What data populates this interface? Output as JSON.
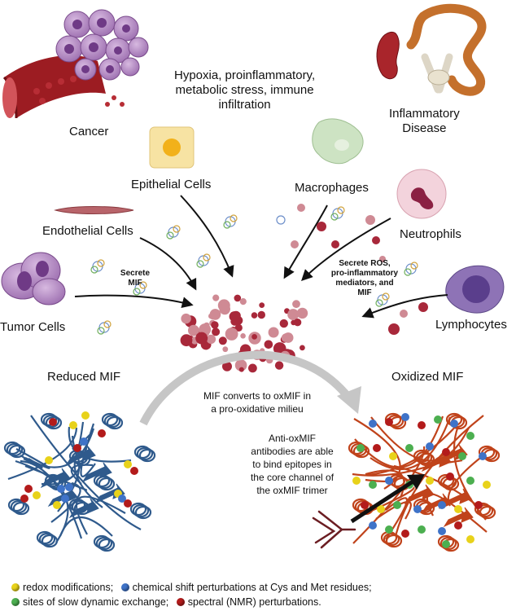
{
  "labels": {
    "cancer": "Cancer",
    "inflammatory": "Inflammatory\nDisease",
    "stress": "Hypoxia, proinflammatory,\nmetabolic stress, immune\ninfiltration",
    "epithelial": "Epithelial Cells",
    "endothelial": "Endothelial Cells",
    "tumor": "Tumor Cells",
    "macrophages": "Macrophages",
    "neutrophils": "Neutrophils",
    "lymphocytes": "Lymphocytes",
    "secrete_mif": "Secrete\nMIF",
    "secrete_ros": "Secrete ROS,\npro-inflammatory\nmediators, and\nMIF",
    "reduced": "Reduced MIF",
    "oxidized": "Oxidized MIF",
    "converts": "MIF converts to oxMIF in\na pro-oxidative milieu",
    "antibody_note": "Anti-oxMIF\nantibodies are able\nto bind epitopes in\nthe core channel of\nthe oxMIF trimer"
  },
  "colors": {
    "yellow": "#e8d21a",
    "blue": "#3f73c8",
    "green": "#4caf50",
    "red": "#b31b1b",
    "reduced_protein": "#2f5a8c",
    "oxidized_protein": "#c0431b",
    "mif_droplet_dark": "#a8283a",
    "mif_droplet_light": "#cf8a94"
  },
  "legend": [
    {
      "color": "yellow",
      "text": "redox modifications;"
    },
    {
      "color": "blue",
      "text": "chemical shift perturbations at Cys and Met residues;"
    },
    {
      "color": "green",
      "text": "sites of slow dynamic exchange;"
    },
    {
      "color": "red",
      "text": "spectral (NMR) perturbations."
    }
  ]
}
